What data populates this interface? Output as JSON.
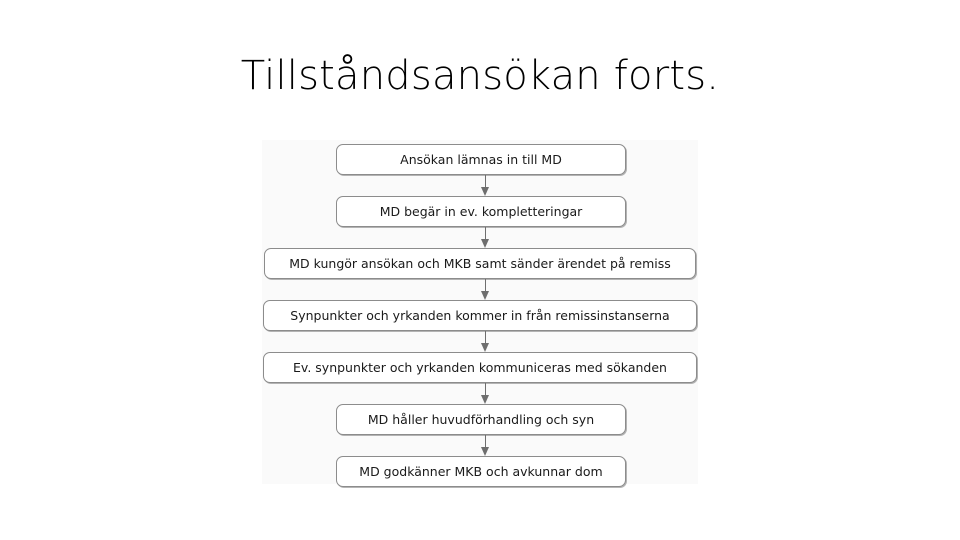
{
  "slide": {
    "title": "Tillståndsansökan forts."
  },
  "flowchart": {
    "orientation": "vertical",
    "canvas_background": "#fafafa",
    "box_border_color": "#8c8c8c",
    "arrow_color": "#6e6e6e",
    "steps": [
      {
        "id": "step-1",
        "label": "Ansökan lämnas in till MD"
      },
      {
        "id": "step-2",
        "label": "MD begär in ev. kompletteringar"
      },
      {
        "id": "step-3",
        "label": "MD kungör ansökan och MKB samt sänder ärendet på remiss"
      },
      {
        "id": "step-4",
        "label": "Synpunkter och yrkanden kommer in från remissinstanserna"
      },
      {
        "id": "step-5",
        "label": "Ev. synpunkter och yrkanden kommuniceras med sökanden"
      },
      {
        "id": "step-6",
        "label": "MD håller huvudförhandling och syn"
      },
      {
        "id": "step-7",
        "label": "MD godkänner MKB och avkunnar dom"
      }
    ],
    "connectors": [
      {
        "id": "arrow-1",
        "from": "step-1",
        "to": "step-2",
        "icon": "arrow-down-icon"
      },
      {
        "id": "arrow-2",
        "from": "step-2",
        "to": "step-3",
        "icon": "arrow-down-icon"
      },
      {
        "id": "arrow-3",
        "from": "step-3",
        "to": "step-4",
        "icon": "arrow-down-icon"
      },
      {
        "id": "arrow-4",
        "from": "step-4",
        "to": "step-5",
        "icon": "arrow-down-icon"
      },
      {
        "id": "arrow-5",
        "from": "step-5",
        "to": "step-6",
        "icon": "arrow-down-icon"
      },
      {
        "id": "arrow-6",
        "from": "step-6",
        "to": "step-7",
        "icon": "arrow-down-icon"
      }
    ]
  }
}
